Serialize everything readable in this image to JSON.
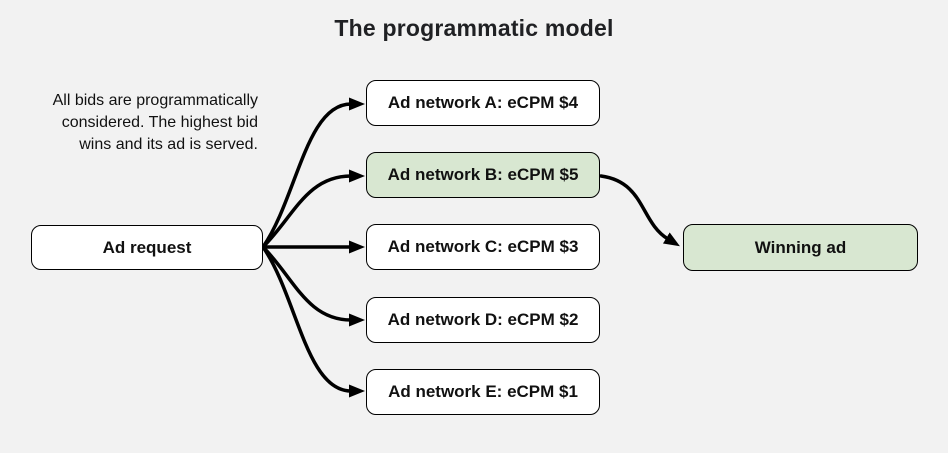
{
  "title": "The programmatic model",
  "note": {
    "text": "All bids are programmatically\nconsidered. The highest bid\nwins and its ad is served."
  },
  "nodes": {
    "ad_request": {
      "label": "Ad request",
      "fill": "#ffffff"
    },
    "networks": [
      {
        "id": "A",
        "label": "Ad network A: eCPM $4",
        "fill": "#ffffff",
        "highlighted": false
      },
      {
        "id": "B",
        "label": "Ad network B: eCPM $5",
        "fill": "#d8e7d1",
        "highlighted": true
      },
      {
        "id": "C",
        "label": "Ad network C: eCPM $3",
        "fill": "#ffffff",
        "highlighted": false
      },
      {
        "id": "D",
        "label": "Ad network D: eCPM $2",
        "fill": "#ffffff",
        "highlighted": false
      },
      {
        "id": "E",
        "label": "Ad network E: eCPM $1",
        "fill": "#ffffff",
        "highlighted": false
      }
    ],
    "winning": {
      "label": "Winning ad",
      "fill": "#d8e7d1"
    }
  },
  "edges": [
    {
      "from": "Ad request",
      "to": "Ad network A: eCPM $4"
    },
    {
      "from": "Ad request",
      "to": "Ad network B: eCPM $5"
    },
    {
      "from": "Ad request",
      "to": "Ad network C: eCPM $3"
    },
    {
      "from": "Ad request",
      "to": "Ad network D: eCPM $2"
    },
    {
      "from": "Ad request",
      "to": "Ad network E: eCPM $1"
    },
    {
      "from": "Ad network B: eCPM $5",
      "to": "Winning ad"
    }
  ],
  "colors": {
    "background": "#f2f2f2",
    "node_border": "#000000",
    "highlight_fill": "#d8e7d1",
    "arrow": "#000000",
    "title_text": "#202124",
    "body_text": "#111111"
  }
}
